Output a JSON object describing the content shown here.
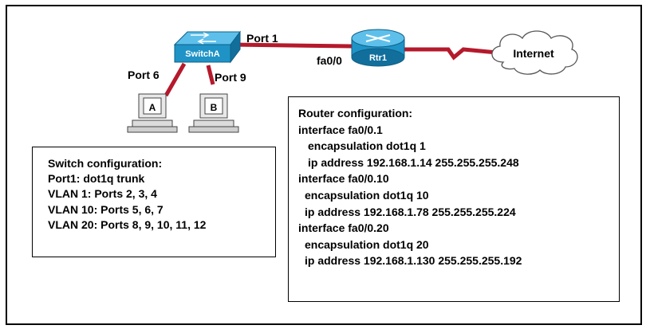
{
  "topology": {
    "switch": {
      "label": "SwitchA"
    },
    "router": {
      "label": "Rtr1"
    },
    "cloud": {
      "label": "Internet"
    },
    "pc_a": {
      "label": "A"
    },
    "pc_b": {
      "label": "B"
    },
    "ports": {
      "switch_uplink": "Port 1",
      "router_interface": "fa0/0",
      "switch_port_a": "Port 6",
      "switch_port_b": "Port 9"
    },
    "colors": {
      "link": "#b5192b",
      "device": "#1f93c6",
      "device_dark": "#0d5f86"
    }
  },
  "switch_config": {
    "lines": [
      "Switch configuration:",
      "Port1: dot1q trunk",
      "VLAN 1: Ports 2, 3, 4",
      "VLAN 10: Ports 5, 6, 7",
      "VLAN 20: Ports 8, 9, 10, 11, 12"
    ]
  },
  "router_config": {
    "lines": [
      "Router configuration:",
      "interface fa0/0.1",
      "encapsulation dot1q 1",
      "ip address 192.168.1.14 255.255.255.248",
      "interface fa0/0.10",
      "encapsulation dot1q 10",
      "ip address 192.168.1.78 255.255.255.224",
      "interface fa0/0.20",
      "encapsulation dot1q 20",
      "ip address 192.168.1.130 255.255.255.192"
    ]
  }
}
